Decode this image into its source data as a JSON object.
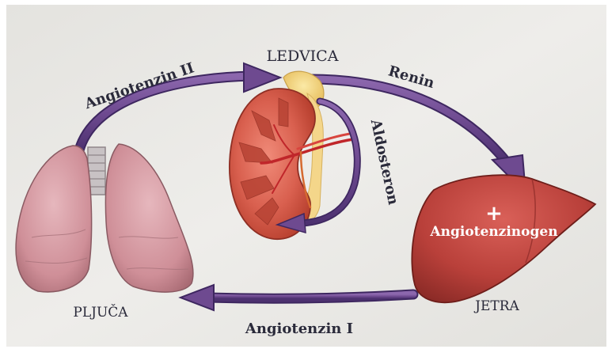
{
  "labels": {
    "kidney": "LEDVICA",
    "lungs": "PLJUČA",
    "liver": "JETRA",
    "angiotensin_2": "Angiotenzin II",
    "renin": "Renin",
    "aldosterone": "Aldosteron",
    "angiotensinogen": "Angiotenzinogen",
    "plus": "+",
    "angiotensin_1": "Angiotenzin I"
  },
  "colors": {
    "arrow": "#6e4a90",
    "arrow_edge": "#3e2760",
    "kidney": "#d45a4c",
    "adrenal": "#f2d27a",
    "lungs": "#d49aa2",
    "liver": "#b8403a",
    "background": "#e9e8e4"
  }
}
